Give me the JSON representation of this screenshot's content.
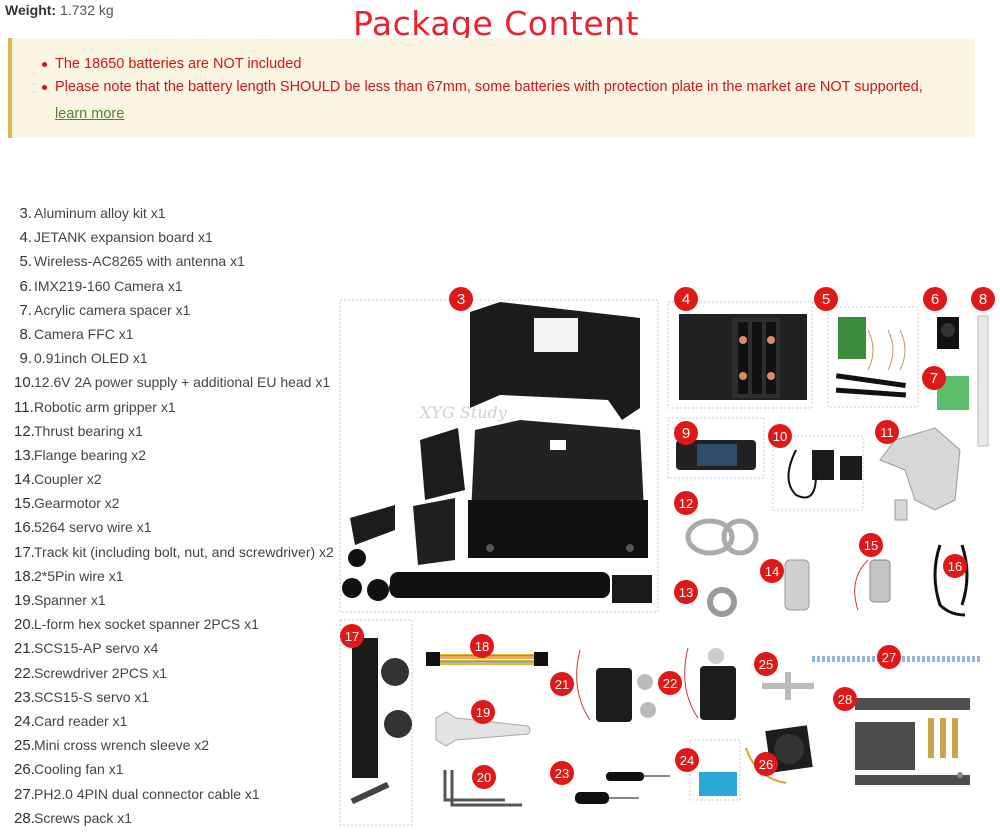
{
  "weight": {
    "label": "Weight:",
    "value": "1.732 kg"
  },
  "title": "Package Content",
  "notice": {
    "items": [
      "The 18650 batteries are NOT included",
      "Please note that the battery length SHOULD be less than 67mm, some batteries with protection plate in the market are NOT supported,"
    ],
    "link": "learn more"
  },
  "items": [
    {
      "num": "3.",
      "text": "Aluminum alloy kit x1"
    },
    {
      "num": "4.",
      "text": "JETANK expansion board x1"
    },
    {
      "num": "5.",
      "text": "Wireless-AC8265 with antenna x1"
    },
    {
      "num": "6.",
      "text": "IMX219-160 Camera x1"
    },
    {
      "num": "7.",
      "text": "Acrylic camera spacer x1"
    },
    {
      "num": "8.",
      "text": "Camera FFC x1"
    },
    {
      "num": "9.",
      "text": "0.91inch OLED x1"
    },
    {
      "num": "10.",
      "text": "12.6V 2A power supply + additional EU head x1"
    },
    {
      "num": "11.",
      "text": "Robotic arm gripper x1"
    },
    {
      "num": "12.",
      "text": "Thrust bearing x1"
    },
    {
      "num": "13.",
      "text": "Flange bearing x2"
    },
    {
      "num": "14.",
      "text": "Coupler x2"
    },
    {
      "num": "15.",
      "text": "Gearmotor x2"
    },
    {
      "num": "16.",
      "text": "5264 servo wire x1"
    },
    {
      "num": "17.",
      "text": "Track kit (including bolt, nut, and screwdriver) x2"
    },
    {
      "num": "18.",
      "text": "2*5Pin wire x1"
    },
    {
      "num": "19.",
      "text": "Spanner x1"
    },
    {
      "num": "20.",
      "text": "L-form hex socket spanner 2PCS x1"
    },
    {
      "num": "21.",
      "text": "SCS15-AP servo x4"
    },
    {
      "num": "22.",
      "text": "Screwdriver 2PCS x1"
    },
    {
      "num": "23.",
      "text": "SCS15-S servo x1"
    },
    {
      "num": "24.",
      "text": "Card reader x1"
    },
    {
      "num": "25.",
      "text": "Mini cross wrench sleeve x2"
    },
    {
      "num": "26.",
      "text": "Cooling fan x1"
    },
    {
      "num": "27.",
      "text": "PH2.0 4PIN dual connector cable x1"
    },
    {
      "num": "28.",
      "text": "Screws pack x1"
    }
  ],
  "tags": [
    "3",
    "4",
    "5",
    "6",
    "7",
    "8",
    "9",
    "10",
    "11",
    "12",
    "13",
    "14",
    "15",
    "16",
    "17",
    "18",
    "19",
    "20",
    "21",
    "22",
    "23",
    "24",
    "25",
    "26",
    "27",
    "28"
  ],
  "watermark": "XYG Study",
  "colors": {
    "title": "#e8232b",
    "notice_bg": "#fbf6e3",
    "notice_border": "#e4b549",
    "notice_text": "#d41414",
    "link": "#4a8a2a",
    "tag": "#e01818"
  }
}
